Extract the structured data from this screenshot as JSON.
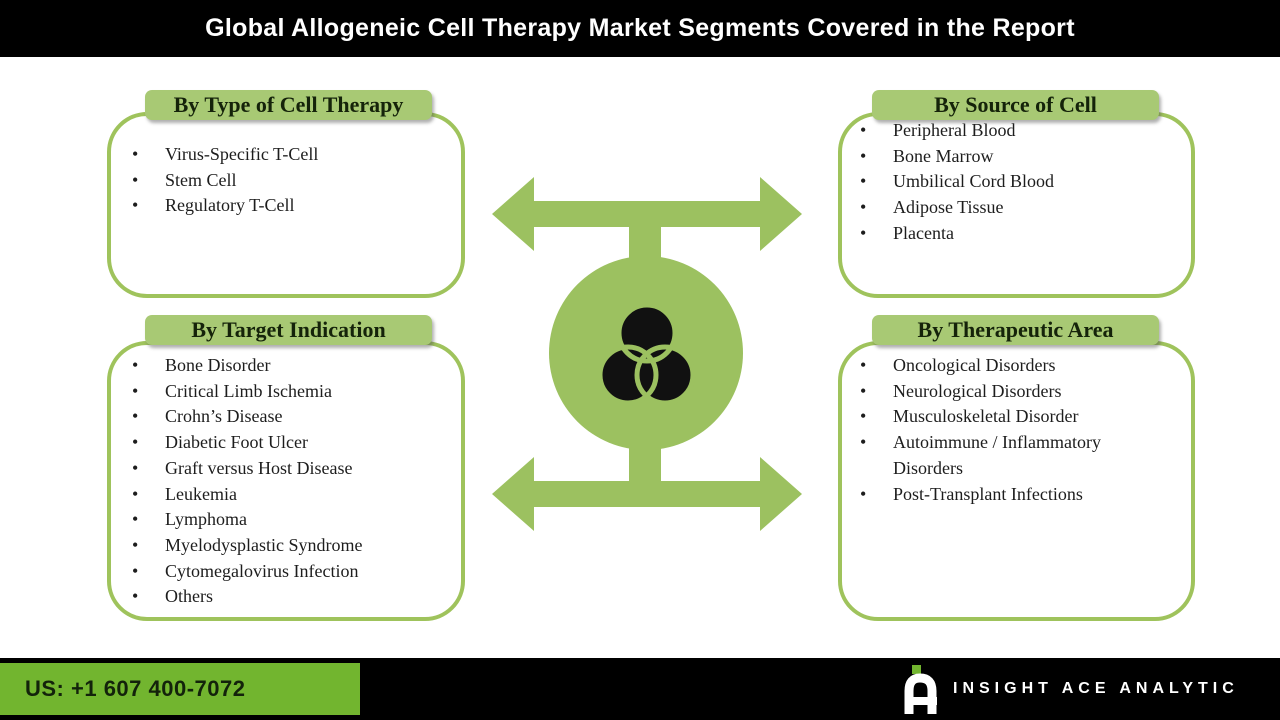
{
  "header": {
    "title": "Global Allogeneic Cell Therapy Market Segments Covered in the Report"
  },
  "boxes": [
    {
      "title": "By Type of Cell Therapy",
      "items": [
        "Virus-Specific T-Cell",
        "Stem Cell",
        "Regulatory T-Cell"
      ]
    },
    {
      "title": "By Source of Cell",
      "items": [
        "Peripheral Blood",
        "Bone Marrow",
        "Umbilical Cord Blood",
        "Adipose Tissue",
        "Placenta"
      ]
    },
    {
      "title": "By Target Indication",
      "items": [
        "Bone Disorder",
        "Critical Limb Ischemia",
        "Crohn’s Disease",
        "Diabetic Foot Ulcer",
        "Graft versus Host Disease",
        "Leukemia",
        "Lymphoma",
        "Myelodysplastic Syndrome",
        "Cytomegalovirus Infection",
        "Others"
      ]
    },
    {
      "title": "By Therapeutic Area",
      "items": [
        "Oncological Disorders",
        "Neurological Disorders",
        "Musculoskeletal Disorder",
        "Autoimmune / Inflammatory Disorders",
        "Post-Transplant Infections"
      ]
    }
  ],
  "center_icon": "venn-circles-with-double-arrows",
  "footer": {
    "phone": "US: +1 607 400-7072",
    "brand": "INSIGHT ACE ANALYTIC"
  },
  "colors": {
    "accent_green": "#9cc160",
    "badge_green": "#a8c974",
    "bright_green": "#72b52f",
    "bar_black": "#000000",
    "venn_black": "#111111"
  }
}
